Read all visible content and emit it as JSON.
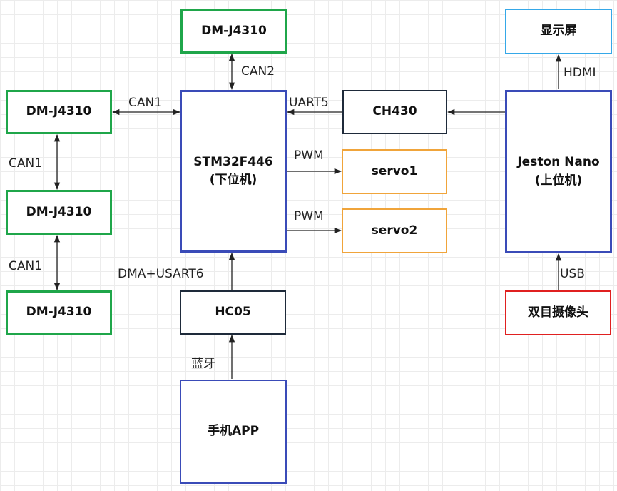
{
  "nodes": {
    "dm_top": "DM-J4310",
    "dm_1": "DM-J4310",
    "dm_2": "DM-J4310",
    "dm_3": "DM-J4310",
    "stm_line1": "STM32F446",
    "stm_line2": "(下位机)",
    "ch430": "CH430",
    "servo1": "servo1",
    "servo2": "servo2",
    "jetson_line1": "Jeston Nano",
    "jetson_line2": "(上位机)",
    "display": "显示屏",
    "camera": "双目摄像头",
    "hc05": "HC05",
    "phone_app": "手机APP"
  },
  "edges": {
    "can2": "CAN2",
    "can1_top": "CAN1",
    "can1_mid": "CAN1",
    "can1_bottom": "CAN1",
    "uart5": "UART5",
    "pwm1": "PWM",
    "pwm2": "PWM",
    "hdmi": "HDMI",
    "usb": "USB",
    "dma_usart6": "DMA+USART6",
    "bluetooth": "蓝牙"
  },
  "colors": {
    "motor_border": "#1fa64a",
    "controller_border": "#3a4bb8",
    "module_border": "#1e2a3a",
    "servo_border": "#f0a43a",
    "display_border": "#35a8e8",
    "camera_border": "#e02020"
  }
}
